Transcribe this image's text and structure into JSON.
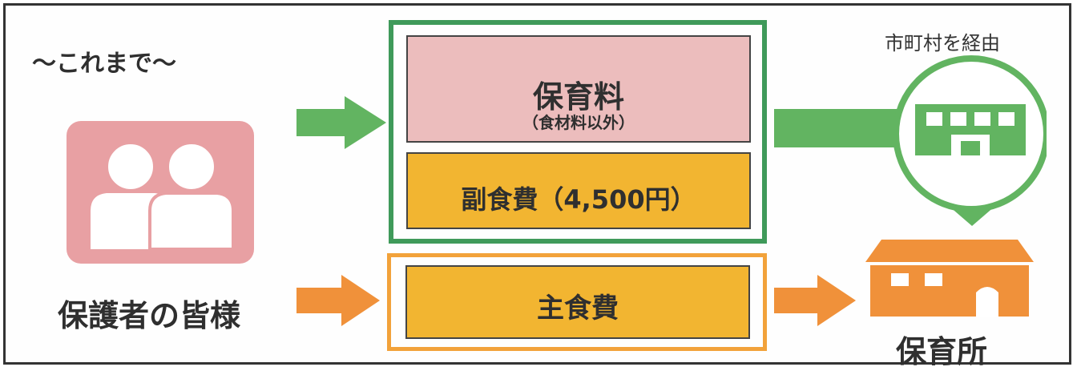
{
  "heading": "〜これまで〜",
  "guardian": {
    "label": "保護者の皆様"
  },
  "fees": {
    "childcare_title": "保育料",
    "childcare_note": "（食材料以外）",
    "side_dish": "副食費（4,500円）",
    "staple_food": "主食費"
  },
  "route": {
    "via_municipality": "市町村を経由"
  },
  "facility": {
    "label": "保育所"
  },
  "colors": {
    "green_arrow": "#62b461",
    "green_frame": "#3f9a5a",
    "orange_arrow": "#f0913a",
    "orange_frame": "#f2a23a",
    "pink_icon": "#e8a0a3",
    "pink_box": "#ecbdbd",
    "yellow_box": "#f2b531"
  },
  "icons": {
    "guardian": "two-people-icon",
    "municipality": "city-hall-icon",
    "nursery": "nursery-building-icon"
  }
}
